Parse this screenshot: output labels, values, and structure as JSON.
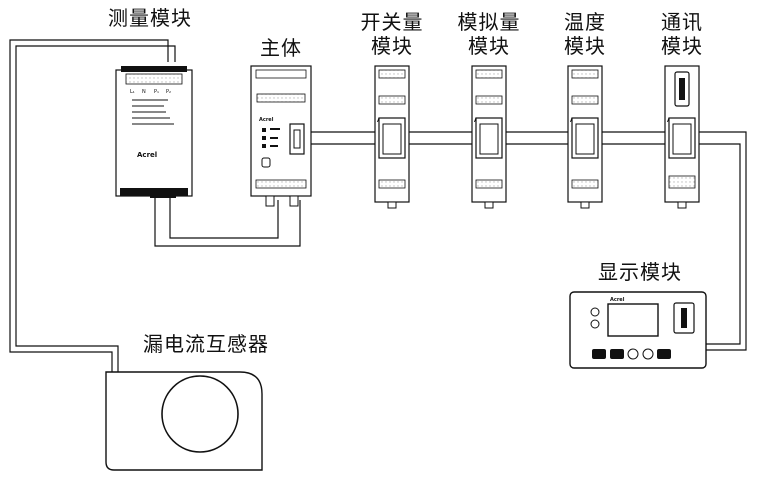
{
  "labels": {
    "measure_module": "测量模块",
    "main_unit": "主体",
    "switch_module_l1": "开关量",
    "switch_module_l2": "模块",
    "analog_module_l1": "模拟量",
    "analog_module_l2": "模块",
    "temp_module_l1": "温度",
    "temp_module_l2": "模块",
    "comm_module_l1": "通讯",
    "comm_module_l2": "模块",
    "display_module": "显示模块",
    "leakage_ct": "漏电流互感器"
  },
  "brand_text": "Acrel"
}
